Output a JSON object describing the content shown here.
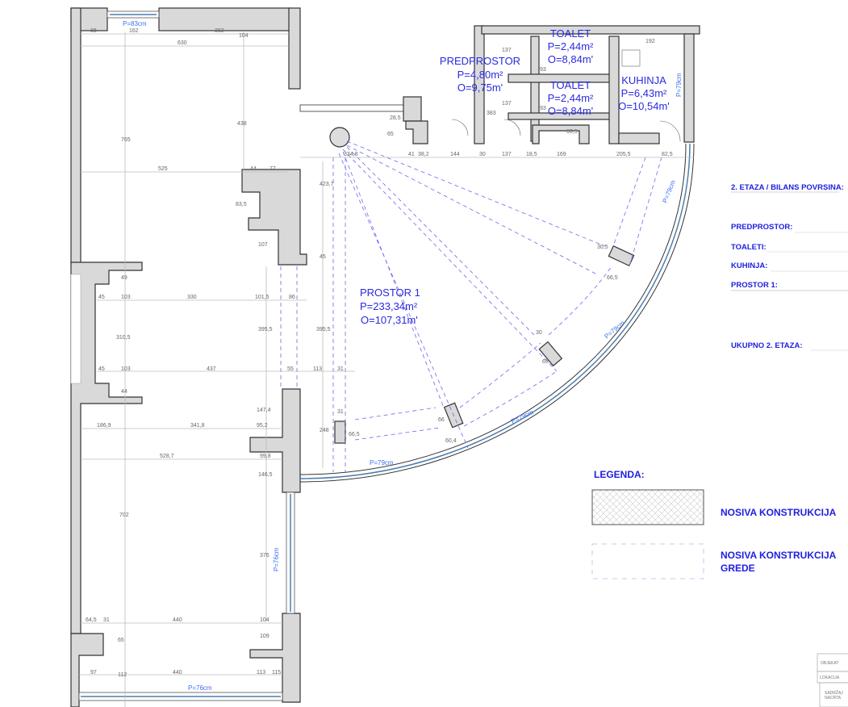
{
  "rooms": {
    "predprostor": {
      "name": "PREDPROSTOR",
      "area": "P=4,80m²",
      "perimeter": "O=9,75m'"
    },
    "toalet1": {
      "name": "TOALET",
      "area": "P=2,44m²",
      "perimeter": "O=8,84m'"
    },
    "toalet2": {
      "name": "TOALET",
      "area": "P=2,44m²",
      "perimeter": "O=8,84m'"
    },
    "kuhinja": {
      "name": "KUHINJA",
      "area": "P=6,43m²",
      "perimeter": "O=10,54m'"
    },
    "prostor1": {
      "name": "PROSTOR 1",
      "area": "P=233,34m²",
      "perimeter": "O=107,31m'"
    }
  },
  "windows": {
    "top": "P=83cm",
    "right_side": "P=76cm",
    "bottom": "P=76cm",
    "kitchen": "P=79cm",
    "arc1": "P=79cm",
    "arc2": "P=79cm",
    "arc3": "P=79cm",
    "arc4": "P=79cm"
  },
  "dims": {
    "top": [
      "86",
      "162",
      "382",
      "104",
      "630"
    ],
    "upper": [
      "765",
      "438",
      "525",
      "44",
      "77",
      "83,5",
      "107",
      "45",
      "423,7"
    ],
    "mid": [
      "49",
      "45",
      "103",
      "330",
      "101,5",
      "86",
      "310,5",
      "395,5",
      "395,5",
      "45",
      "103",
      "437",
      "55",
      "113",
      "31",
      "44"
    ],
    "lower": [
      "186,9",
      "341,8",
      "95,2",
      "147,4",
      "528,7",
      "99,8",
      "146,5",
      "248",
      "31",
      "66,5",
      "702",
      "376"
    ],
    "bottom": [
      "64,5",
      "31",
      "440",
      "104",
      "65",
      "109",
      "97",
      "112",
      "440",
      "113",
      "115"
    ],
    "service": [
      "137",
      "137",
      "93",
      "93",
      "383",
      "63,5",
      "192",
      "65",
      "28,5",
      "334,8",
      "41",
      "38,2",
      "144",
      "30",
      "137",
      "18,5",
      "169",
      "205,5",
      "82,5"
    ],
    "pillars": [
      "30,5",
      "66,5",
      "30",
      "65",
      "66",
      "60,4"
    ]
  },
  "panel": {
    "title": "2. ETAZA / BILANS POVRSINA:",
    "rows": [
      "PREDPROSTOR:",
      "TOALETI:",
      "KUHINJA:",
      "PROSTOR 1:"
    ],
    "total": "UKUPNO 2. ETAZA:"
  },
  "legend": {
    "title": "LEGENDA:",
    "item1": "NOSIVA KONSTRUKCIJA",
    "item2_line1": "NOSIVA KONSTRUKCIJA",
    "item2_line2": "GREDE"
  },
  "title_block": {
    "objekat": "OBJEKAT",
    "lokacija": "LOKACIJA",
    "sadrzaj1": "SADRŽAJ",
    "sadrzaj2": "NACRTA"
  }
}
